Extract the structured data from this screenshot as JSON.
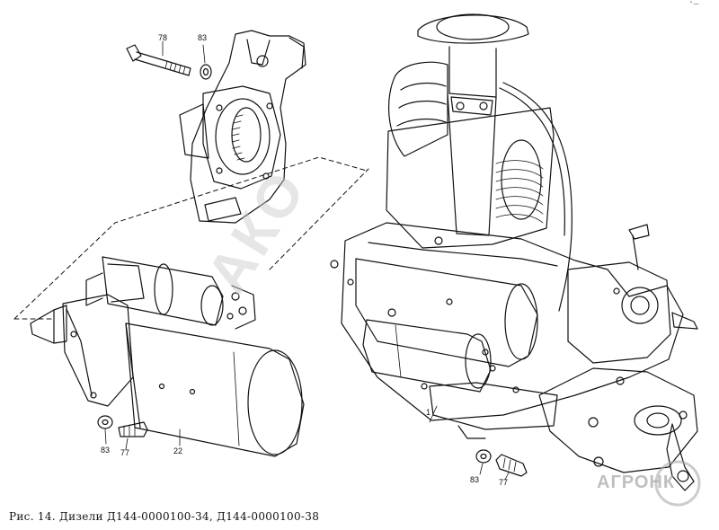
{
  "figure": {
    "caption": "Рис. 14. Дизели Д144-0000100-34, Д144-0000100-38",
    "top_right_mark": "″ —",
    "callouts": {
      "bolt_top": "78",
      "washer_top": "83",
      "assembly": "1",
      "washer_left": "83",
      "bolt_left": "77",
      "starter": "22",
      "washer_right": "83",
      "bolt_right": "77"
    },
    "watermark": {
      "logo_text": "АГРОНК",
      "overlay_text": "АКО"
    }
  },
  "colors": {
    "ink": "#111111",
    "watermark": "#aaaaaa",
    "paper": "#ffffff"
  }
}
